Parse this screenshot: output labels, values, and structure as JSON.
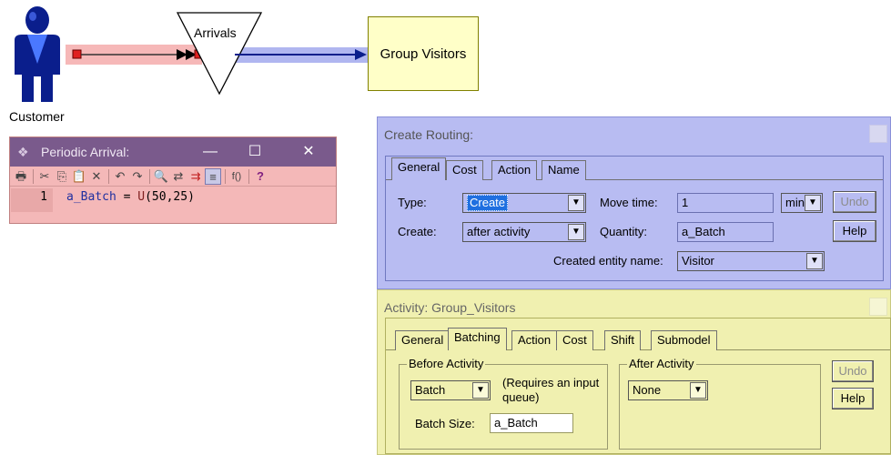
{
  "diagram": {
    "customer_label": "Customer",
    "arrivals_label": "Arrivals",
    "group_label": "Group Visitors",
    "colors": {
      "customer": "#0a1e8c",
      "route_pink": "#f6b8b8",
      "route_blue": "#b0b6f0",
      "activity_fill": "#ffffc8"
    }
  },
  "periodic_arrival": {
    "title": "Periodic Arrival:",
    "window_buttons": {
      "minimize": "—",
      "maximize": "☐",
      "close": "✕"
    },
    "toolbar_icons": [
      "print-icon",
      "cut-icon",
      "copy-icon",
      "paste-icon",
      "delete-icon",
      "undo-icon",
      "redo-icon",
      "find-icon",
      "replace-icon",
      "indent-icon",
      "format-icon",
      "function-icon",
      "help-icon"
    ],
    "line_number": "1",
    "code": {
      "var": "a_Batch",
      "op": " = ",
      "fn": "U",
      "args": "(50,25)"
    }
  },
  "create_routing": {
    "title": "Create Routing:",
    "tabs": [
      "General",
      "Cost",
      "Action",
      "Name"
    ],
    "type_label": "Type:",
    "type_value": "Create",
    "create_label": "Create:",
    "create_value": "after activity",
    "move_time_label": "Move time:",
    "move_time_value": "1",
    "move_time_unit": "min",
    "quantity_label": "Quantity:",
    "quantity_value": "a_Batch",
    "entity_label": "Created entity name:",
    "entity_value": "Visitor",
    "undo_label": "Undo",
    "help_label": "Help"
  },
  "activity": {
    "title": "Activity: Group_Visitors",
    "tabs": [
      "General",
      "Batching",
      "Action",
      "Cost",
      "Shift",
      "Submodel"
    ],
    "before_legend": "Before Activity",
    "before_value": "Batch",
    "requires_note": "(Requires an input queue)",
    "batch_size_label": "Batch Size:",
    "batch_size_value": "a_Batch",
    "after_legend": "After Activity",
    "after_value": "None",
    "undo_label": "Undo",
    "help_label": "Help"
  }
}
